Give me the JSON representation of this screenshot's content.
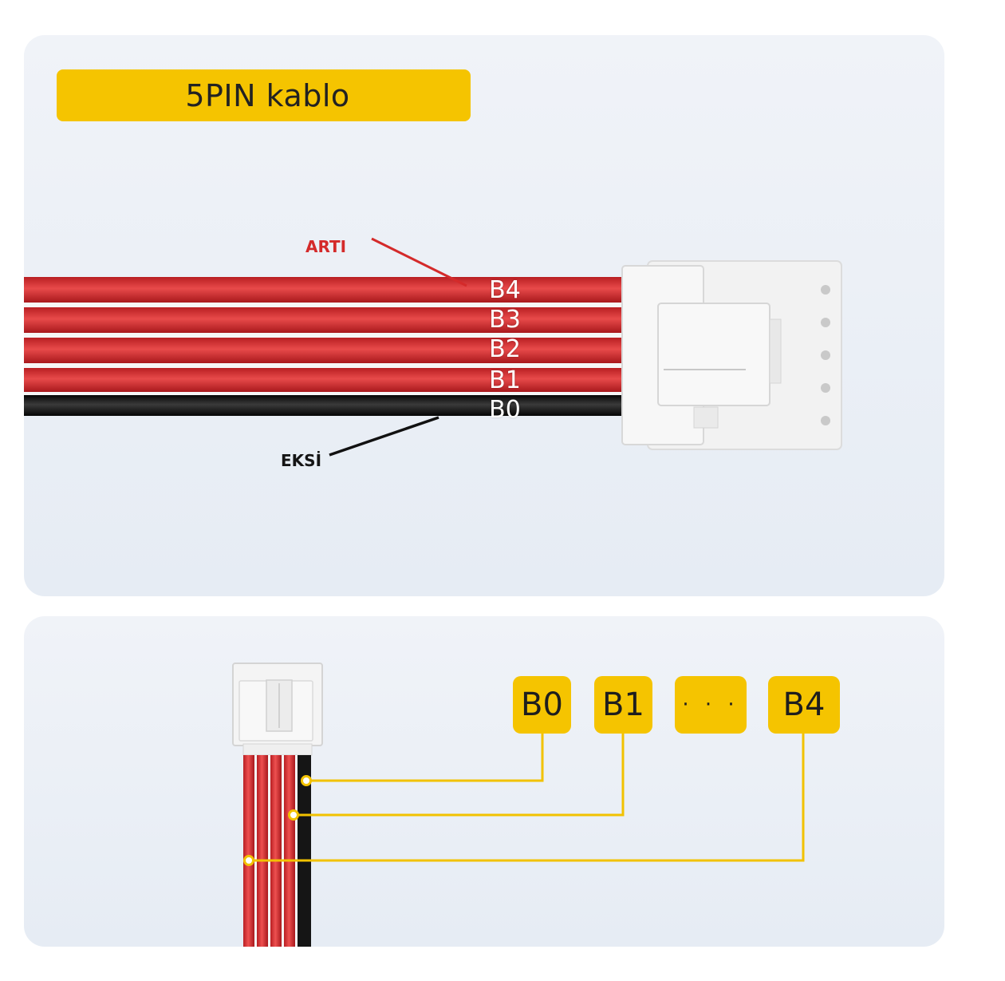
{
  "title": "5PIN kablo",
  "annotations": {
    "positive": "ARTI",
    "negative": "EKSİ"
  },
  "wire_labels": [
    "B4",
    "B3",
    "B2",
    "B1",
    "B0"
  ],
  "pin_boxes": [
    "B0",
    "B1",
    "· · ·",
    "B4"
  ],
  "colors": {
    "banner": "#f5c400",
    "red_wire": "#d42a2a",
    "black_wire": "#151515",
    "connector": "#f4f4f4"
  }
}
